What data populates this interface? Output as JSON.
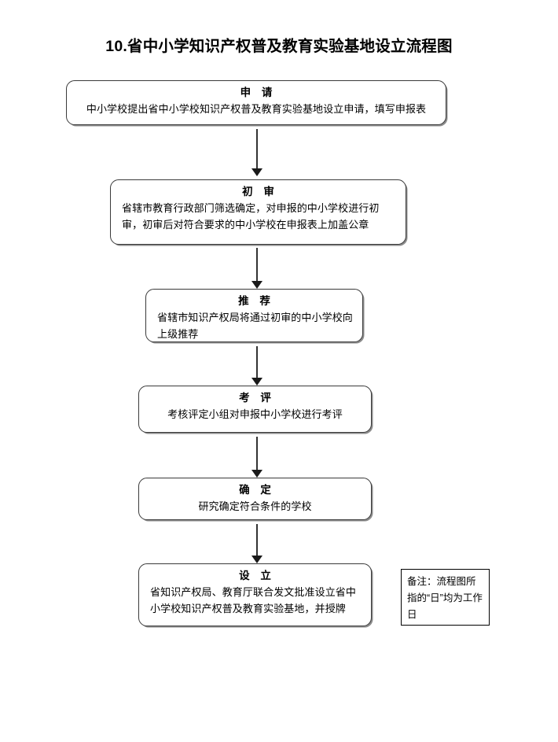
{
  "page": {
    "title": "10.省中小学知识产权普及教育实验基地设立流程图",
    "background_color": "#ffffff",
    "line_color": "#333333",
    "box_border_color": "#3a3a3a"
  },
  "flow": {
    "nodes": [
      {
        "id": "apply",
        "heading": "申  请",
        "body": "中小学校提出省中小学校知识产权普及教育实验基地设立申请，填写申报表",
        "align": "center"
      },
      {
        "id": "first-review",
        "heading": "初  审",
        "body": "省辖市教育行政部门筛选确定，对申报的中小学校进行初审，初审后对符合要求的中小学校在申报表上加盖公章",
        "align": "left"
      },
      {
        "id": "recommend",
        "heading": "推  荐",
        "body": "省辖市知识产权局将通过初审的中小学校向上级推荐",
        "align": "left"
      },
      {
        "id": "assessment",
        "heading": "考  评",
        "body": "考核评定小组对申报中小学校进行考评",
        "align": "center"
      },
      {
        "id": "confirm",
        "heading": "确  定",
        "body": "研究确定符合条件的学校",
        "align": "center"
      },
      {
        "id": "establish",
        "heading": "设  立",
        "body": "省知识产权局、教育厅联合发文批准设立省中小学校知识产权普及教育实验基地，并授牌",
        "align": "left"
      }
    ],
    "connectors": [
      {
        "id": "apply-to-first-review",
        "from": "apply",
        "to": "first-review"
      },
      {
        "id": "first-review-to-recommend",
        "from": "first-review",
        "to": "recommend"
      },
      {
        "id": "recommend-to-assessment",
        "from": "recommend",
        "to": "assessment"
      },
      {
        "id": "assessment-to-confirm",
        "from": "assessment",
        "to": "confirm"
      },
      {
        "id": "confirm-to-establish",
        "from": "confirm",
        "to": "establish"
      }
    ]
  },
  "remark": {
    "text": "备注：流程图所指的“日”均为工作日"
  }
}
